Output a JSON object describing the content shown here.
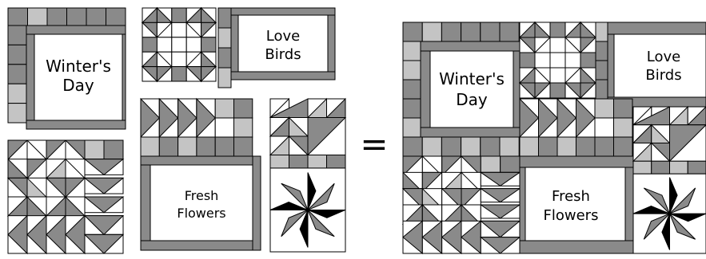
{
  "colors": {
    "dark": "#8a8a8a",
    "light": "#c4c4c4",
    "black": "#000000",
    "white": "#ffffff",
    "outline": "#000000"
  },
  "labels": {
    "winters_day": [
      "Winter's",
      "Day"
    ],
    "love_birds": [
      "Love",
      "Birds"
    ],
    "fresh_flowers": [
      "Fresh",
      "Flowers"
    ],
    "equals": "="
  }
}
